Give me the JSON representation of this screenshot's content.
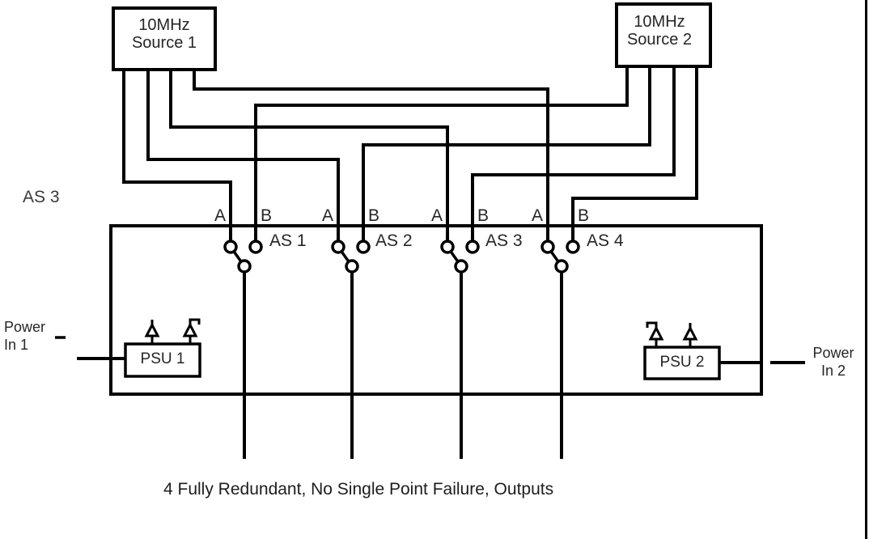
{
  "diagram": {
    "background": "#ffffff",
    "line_color": "#000000",
    "text_color": "#262626",
    "sources": [
      {
        "line1": "10MHz",
        "line2": "Source 1"
      },
      {
        "line1": "10MHz",
        "line2": "Source 2"
      }
    ],
    "switches": [
      {
        "input_a": "A",
        "input_b": "B",
        "label": "AS 1"
      },
      {
        "input_a": "A",
        "input_b": "B",
        "label": "AS 2"
      },
      {
        "input_a": "A",
        "input_b": "B",
        "label": "AS 3"
      },
      {
        "input_a": "A",
        "input_b": "B",
        "label": "AS 4"
      }
    ],
    "psus": [
      {
        "label": "PSU 1"
      },
      {
        "label": "PSU 2"
      }
    ],
    "power_inputs": [
      {
        "line1": "Power",
        "line2": "In 1"
      },
      {
        "line1": "Power",
        "line2": "In 2"
      }
    ],
    "side_label": "AS 3",
    "caption": "4 Fully Redundant, No Single Point Failure, Outputs"
  }
}
